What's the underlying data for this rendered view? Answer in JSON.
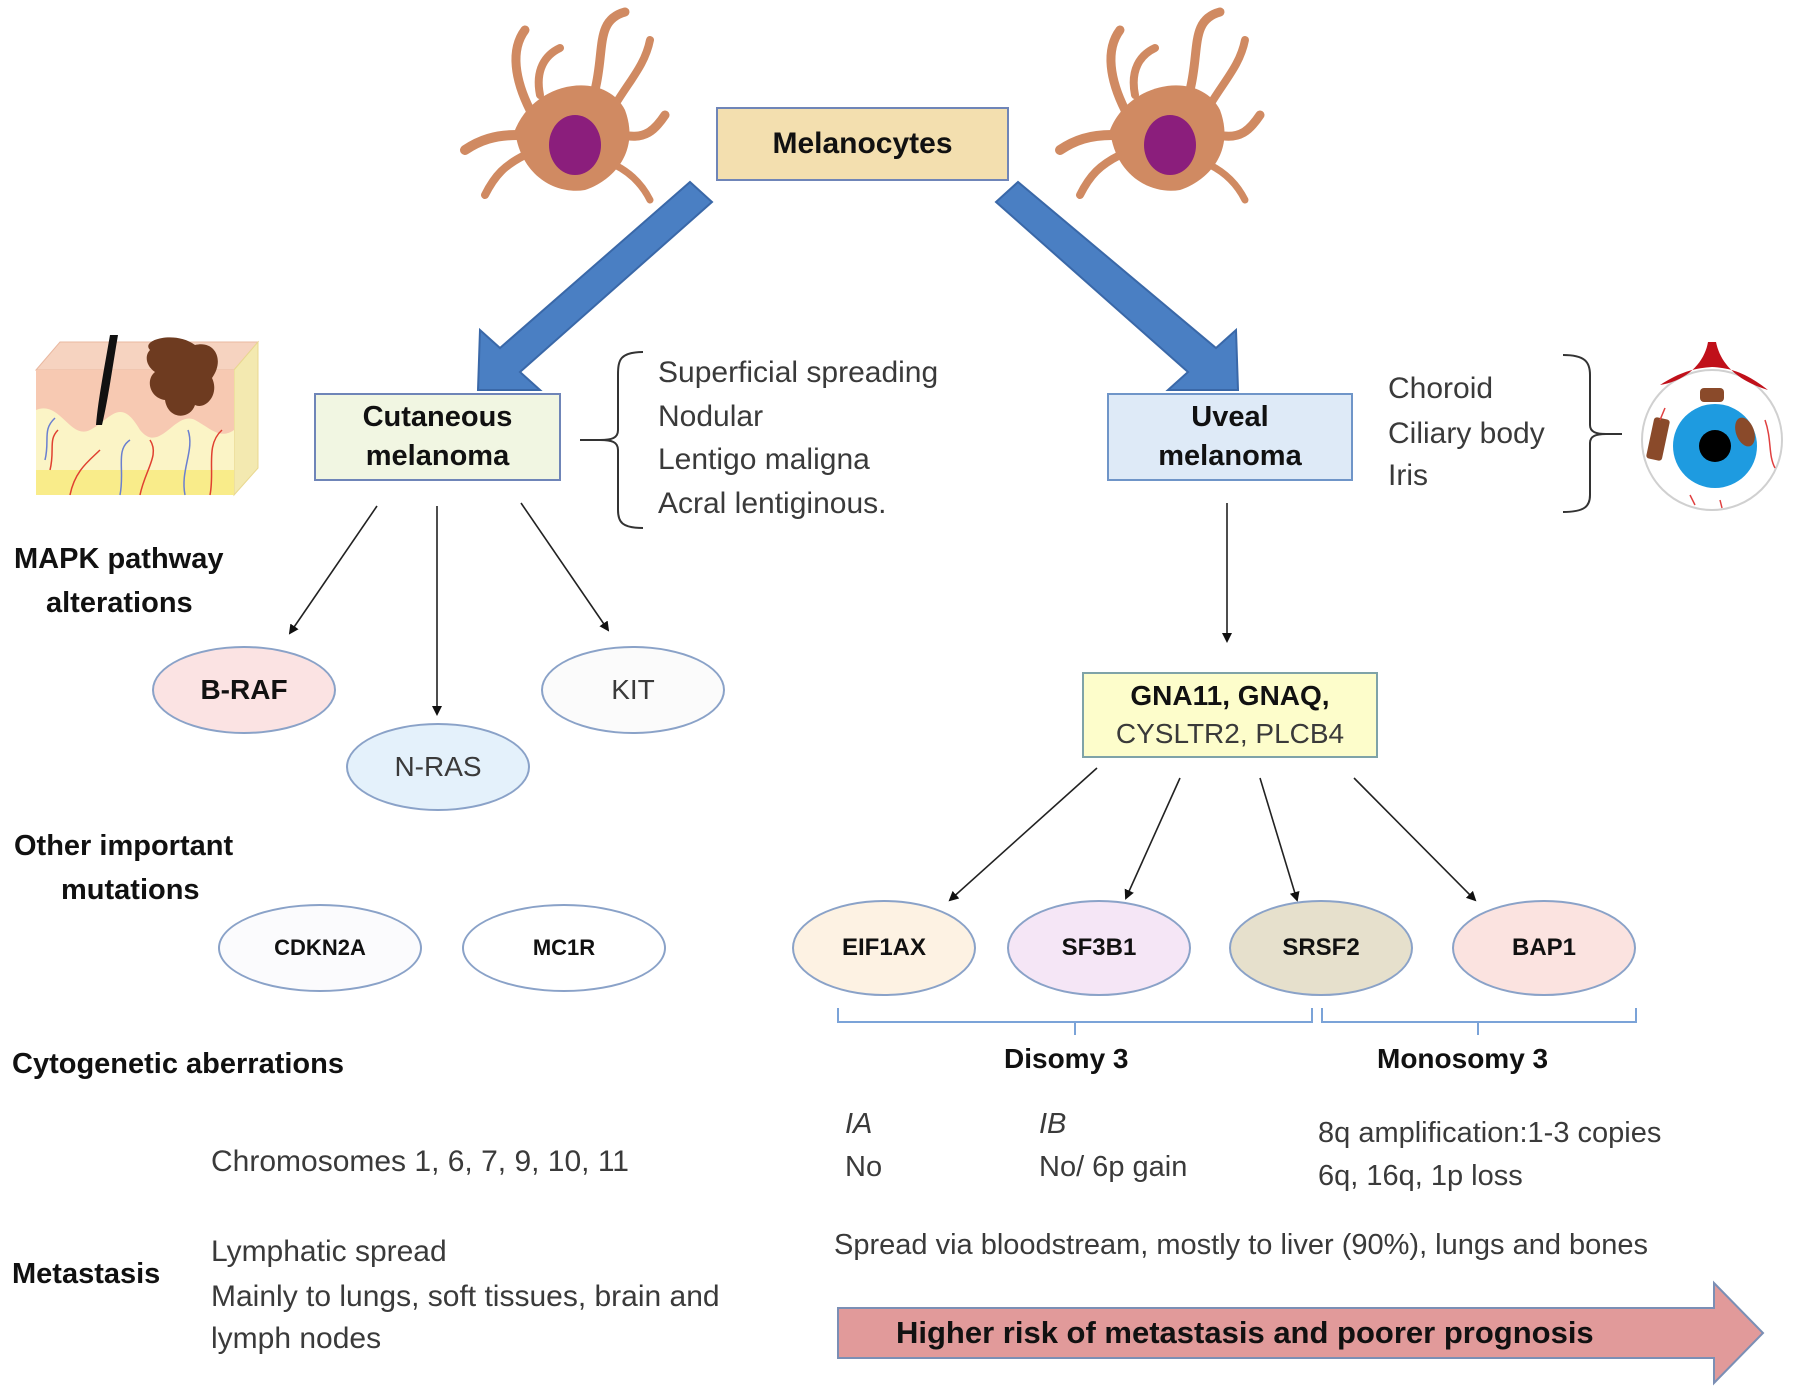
{
  "title_box": {
    "label": "Melanocytes"
  },
  "cutaneous": {
    "box_line1": "Cutaneous",
    "box_line2": "melanoma",
    "subtypes": [
      "Superficial spreading",
      "Nodular",
      "Lentigo maligna",
      "Acral lentiginous."
    ],
    "mapk_label_line1": "MAPK pathway",
    "mapk_label_line2": "alterations",
    "mapk_genes": [
      {
        "label": "B-RAF",
        "fill": "#fbe3e3",
        "bold": true
      },
      {
        "label": "N-RAS",
        "fill": "#e4f1fb",
        "bold": false
      },
      {
        "label": "KIT",
        "fill": "#fbfbfb",
        "bold": false
      }
    ],
    "other_label_line1": "Other important",
    "other_label_line2": "mutations",
    "other_genes": [
      {
        "label": "CDKN2A",
        "fill": "#fbfbfd"
      },
      {
        "label": "MC1R",
        "fill": "#ffffff"
      }
    ],
    "cytogenetic_value": "Chromosomes 1, 6, 7, 9, 10, 11",
    "metastasis_lines": [
      "Lymphatic spread",
      "Mainly to lungs, soft tissues, brain and",
      "lymph nodes"
    ]
  },
  "uveal": {
    "box_line1": "Uveal",
    "box_line2": "melanoma",
    "sites": [
      "Choroid",
      "Ciliary body",
      "Iris"
    ],
    "gna_line1": "GNA11, GNAQ,",
    "gna_line2": "CYSLTR2, PLCB4",
    "genes": [
      {
        "label": "EIF1AX",
        "fill": "#fdf2e3"
      },
      {
        "label": "SF3B1",
        "fill": "#f5e6f6"
      },
      {
        "label": "SRSF2",
        "fill": "#e6e0cc"
      },
      {
        "label": "BAP1",
        "fill": "#fbe3e0"
      }
    ],
    "disomy_label": "Disomy 3",
    "monosomy_label": "Monosomy 3",
    "ia_label": "IA",
    "ia_value": "No",
    "ib_label": "IB",
    "ib_value": "No/ 6p gain",
    "monosomy_lines": [
      "8q amplification:1-3 copies",
      "6q, 16q, 1p loss"
    ],
    "metastasis_text": "Spread via bloodstream, mostly to liver (90%), lungs and bones"
  },
  "row_labels": {
    "cytogenetic": "Cytogenetic aberrations",
    "metastasis": "Metastasis"
  },
  "risk_arrow": {
    "label": "Higher risk of metastasis and poorer prognosis"
  },
  "colors": {
    "melanocyte_box": "#f3dfaf",
    "cutaneous_box": "#f1f6e2",
    "uveal_box": "#deeaf7",
    "gna_box": "#fdfdcb",
    "blue_arrow": "#4a7fc3",
    "risk_arrow": "#e19a9a",
    "bracket_blue": "#7ba3d8"
  }
}
